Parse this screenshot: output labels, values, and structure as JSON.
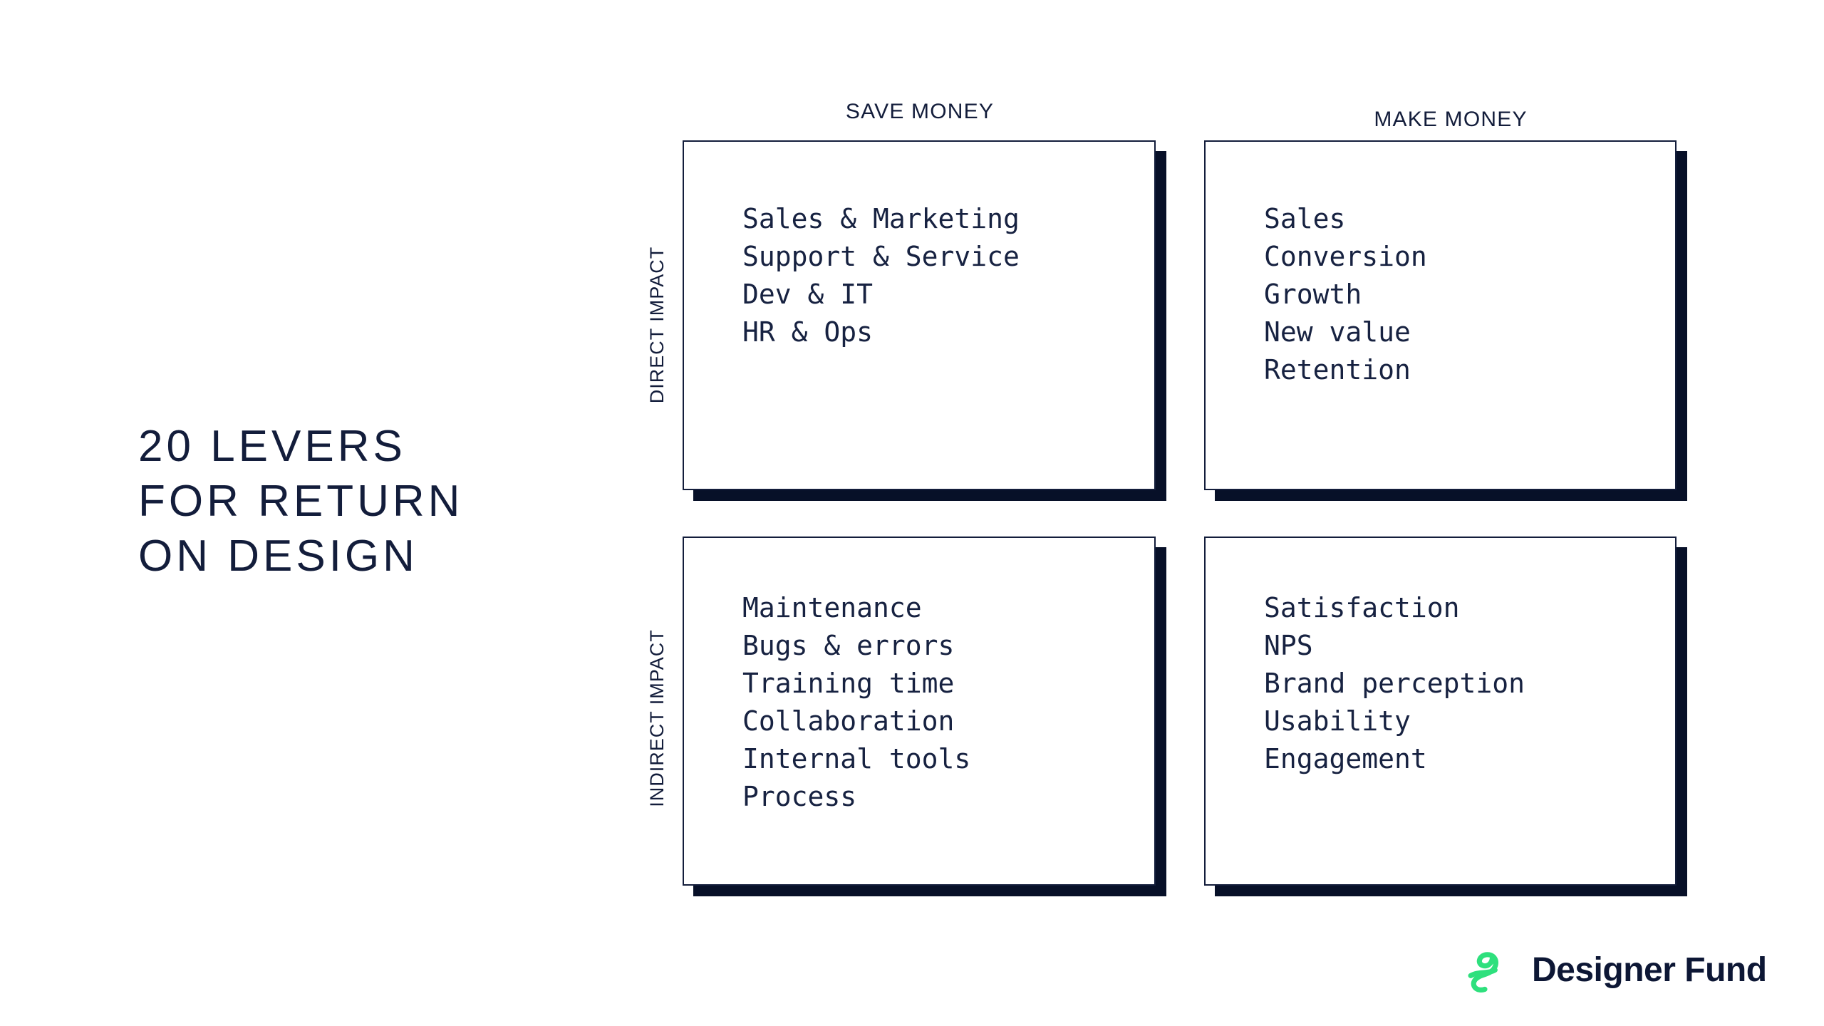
{
  "title": {
    "lines": [
      "20 LEVERS",
      "FOR RETURN",
      "ON DESIGN"
    ]
  },
  "columns": [
    {
      "id": "save",
      "label": "SAVE MONEY"
    },
    {
      "id": "make",
      "label": "MAKE MONEY"
    }
  ],
  "rows": [
    {
      "id": "direct",
      "label": "DIRECT IMPACT"
    },
    {
      "id": "indirect",
      "label": "INDIRECT IMPACT"
    }
  ],
  "quadrants": {
    "direct_save": {
      "items": [
        "Sales & Marketing",
        "Support & Service",
        "Dev & IT",
        "HR & Ops"
      ]
    },
    "direct_make": {
      "items": [
        "Sales",
        "Conversion",
        "Growth",
        "New value",
        "Retention"
      ]
    },
    "indirect_save": {
      "items": [
        "Maintenance",
        "Bugs & errors",
        "Training time",
        "Collaboration",
        "Internal tools",
        "Process"
      ]
    },
    "indirect_make": {
      "items": [
        "Satisfaction",
        "NPS",
        "Brand perception",
        "Usability",
        "Engagement"
      ]
    }
  },
  "logo": {
    "text": "Designer Fund",
    "icon": "designer-fund-script-f-icon"
  },
  "colors": {
    "navy": "#131D3B",
    "list_text": "#172241",
    "box_shadow": "#071028",
    "logo_green": "#2EE07D",
    "background": "#FFFFFF"
  }
}
